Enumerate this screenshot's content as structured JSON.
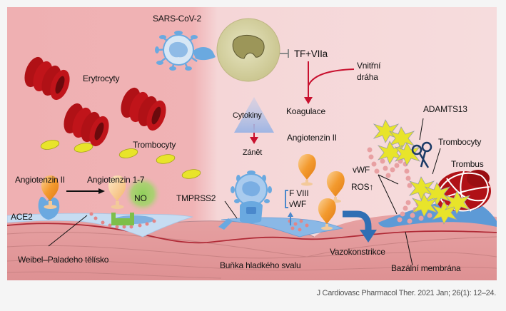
{
  "figure": {
    "title": "SARS-CoV-2 endothelial injury and coagulation pathways",
    "colors": {
      "left_background": "#f0b2b3",
      "right_background": "#f6dadb",
      "page_background": "#f5f5f5",
      "arrow_red": "#c8102e",
      "virus_blue": "#6aa9e0",
      "endothelium_blue": "#5d9ad6",
      "erythrocyte_red": "#b01116",
      "platelet_yellow": "#e8e42a",
      "monocyte_olive": "#d9d6a8",
      "angiotensin_orange": "#f29a2e",
      "no_green": "#8fce5a",
      "muscle_pink": "#e4999b"
    },
    "labels": {
      "sars_cov_2": "SARS-CoV-2",
      "tf_viia": "TF+VIIa",
      "vnitrni_draha_1": "Vnitřní",
      "vnitrni_draha_2": "dráha",
      "koagulace": "Koagulace",
      "erytrocyty": "Erytrocyty",
      "trombocyty_left": "Trombocyty",
      "cytokiny": "Cytokiny",
      "zanet": "Zánět",
      "angiotenzin_ii_right": "Angiotenzin II",
      "adamts13": "ADAMTS13",
      "trombocyty_right": "Trombocyty",
      "trombus": "Trombus",
      "vwf_right": "vWF",
      "ros": "ROS↑",
      "angiotenzin_ii_left": "Angiotenzin II",
      "angiotenzin_1_7": "Angiotenzin 1-7",
      "no": "NO",
      "ace2": "ACE2",
      "tmprss2": "TMPRSS2",
      "f_viii": "F VIII",
      "vwf_left": "vWF",
      "weibel_palade": "Weibel–Paladeho tělísko",
      "bunka_hladkeho_svalu": "Buňka hladkého svalu",
      "vazokonstrikce": "Vazokonstrikce",
      "bazalni_membrana": "Bazální membrána"
    }
  },
  "citation": "J Cardiovasc Pharmacol Ther. 2021 Jan; 26(1): 12–24."
}
